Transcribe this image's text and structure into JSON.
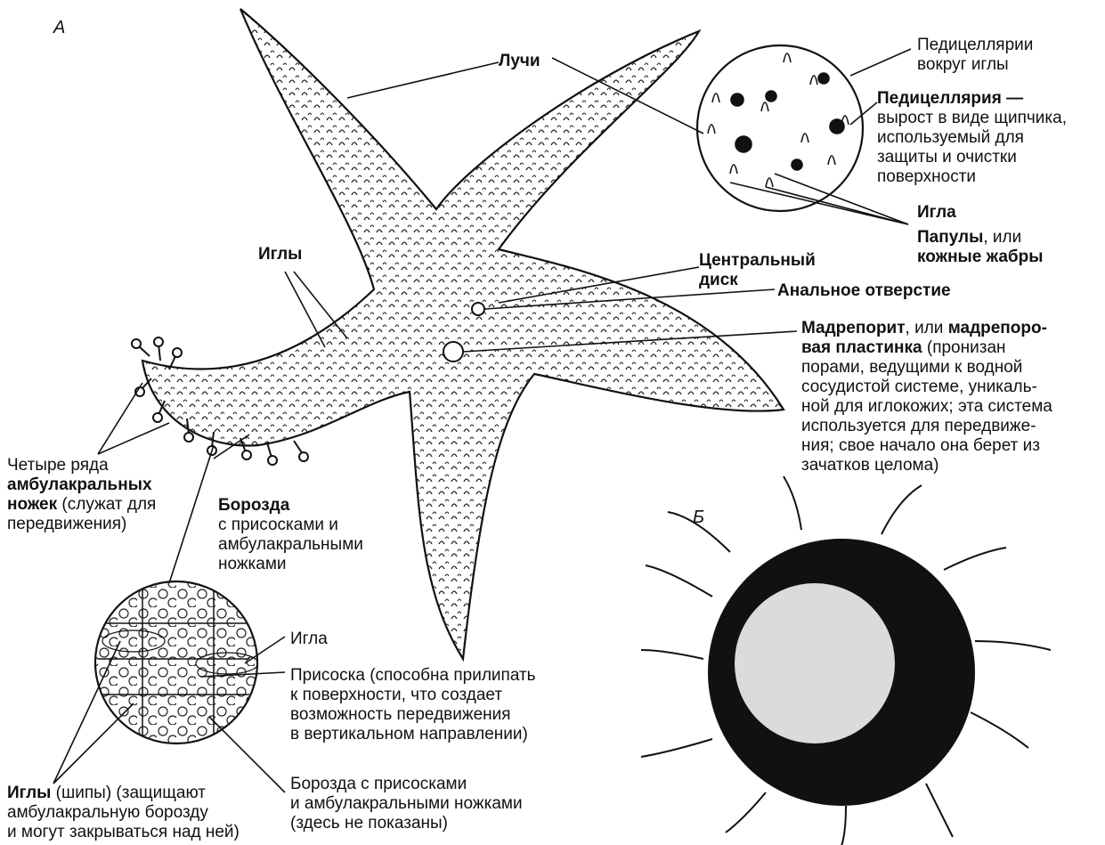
{
  "figure_letters": {
    "a": "А",
    "b": "Б"
  },
  "labels": {
    "rays": "Лучи",
    "ped_around_1": "Педицеллярии",
    "ped_around_2": "вокруг иглы",
    "ped_title": "Педицеллярия —",
    "ped_desc_1": "вырост в виде щипчика,",
    "ped_desc_2": "используемый для",
    "ped_desc_3": "защиты и очистки",
    "ped_desc_4": "поверхности",
    "spine": "Игла",
    "papulae_bold": "Папулы",
    "papulae_rest": ", или",
    "skin_gills": "кожные жабры",
    "spines": "Иглы",
    "central_disk_1": "Центральный",
    "central_disk_2": "диск",
    "anus": "Анальное отверстие",
    "madreporite_bold": "Мадрепорит",
    "madreporite_mid": ", или ",
    "madreporite_bold2": "мадрепоро-",
    "madreporite_line2_bold": "вая пластинка",
    "madreporite_line2_rest": " (пронизан",
    "madreporite_3": "порами, ведущими к водной",
    "madreporite_4": "сосудистой системе, уникаль-",
    "madreporite_5": "ной для иглокожих; эта система",
    "madreporite_6": "используется для передвиже-",
    "madreporite_7": "ния; свое начало она берет из",
    "madreporite_8": "зачатков целома)",
    "feet_1": "Четыре ряда",
    "feet_2": "амбулакральных",
    "feet_3_bold": "ножек",
    "feet_3_rest": " (служат для",
    "feet_4": "передвижения)",
    "groove_bold": "Борозда",
    "groove_2": "с присосками и",
    "groove_3": "амбулакральными",
    "groove_4": "ножками",
    "inset_spine": "Игла",
    "sucker_1": "Присоска (способна прилипать",
    "sucker_2": "к поверхности, что создает",
    "sucker_3": "возможность передвижения",
    "sucker_4": "в вертикальном направлении)",
    "groove2_1": "Борозда с присосками",
    "groove2_2": "и амбулакральными ножками",
    "groove2_3": "(здесь не показаны)",
    "spines2_bold": "Иглы",
    "spines2_rest": " (шипы) (защищают",
    "spines2_2": "амбулакральную борозду",
    "spines2_3": "и могут закрываться над ней)"
  },
  "colors": {
    "ink": "#111111",
    "paper": "#ffffff"
  }
}
